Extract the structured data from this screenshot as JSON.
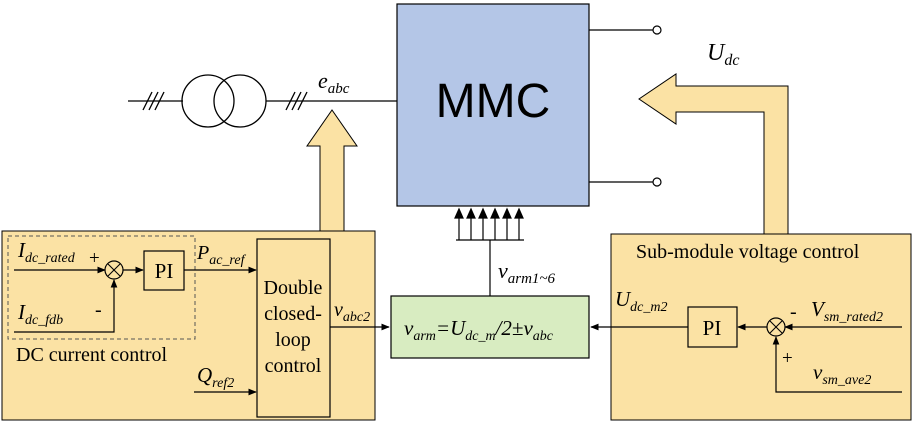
{
  "colors": {
    "panel_fill": "#fbe2a4",
    "mmc_fill": "#b4c6e7",
    "formula_fill": "#d8ecc1",
    "arrow_fill": "#fbe2a4",
    "line": "#000000",
    "box_fill": "#fbe2a4"
  },
  "grid": {
    "e_base": "e",
    "e_sub": "abc"
  },
  "mmc": {
    "label": "MMC",
    "udc_base": "U",
    "udc_sub": "dc"
  },
  "dc_control": {
    "title": "DC current control",
    "i_rated_base": "I",
    "i_rated_sub": "dc_rated",
    "i_fdb_base": "I",
    "i_fdb_sub": "dc_fdb",
    "plus": "+",
    "minus": "-",
    "pi": "PI",
    "pac_base": "P",
    "pac_sub": "ac_ref",
    "q_base": "Q",
    "q_sub": "ref2",
    "loop_lines": [
      "Double",
      "closed-",
      "loop",
      "control"
    ],
    "vabc2_base": "v",
    "vabc2_sub": "abc2"
  },
  "formula": {
    "varm_base": "v",
    "varm_sub": "arm",
    "mid": "=",
    "udcm_base": "U",
    "udcm_sub": "dc_m",
    "tail": "/2±",
    "vabc_base": "v",
    "vabc_sub": "abc",
    "arm16_base": "v",
    "arm16_sub": "arm1~6"
  },
  "sm_control": {
    "title": "Sub-module voltage control",
    "udcm2_base": "U",
    "udcm2_sub": "dc_m2",
    "pi": "PI",
    "minus": "-",
    "plus": "+",
    "vsm_rated_base": "V",
    "vsm_rated_sub": "sm_rated2",
    "vsm_ave_base": "v",
    "vsm_ave_sub": "sm_ave2"
  }
}
